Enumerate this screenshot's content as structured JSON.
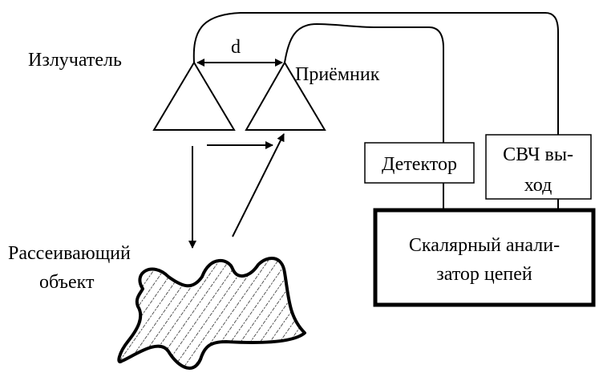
{
  "labels": {
    "emitter": "Излучатель",
    "distance": "d",
    "receiver": "Приёмник",
    "scatterer_line1": "Рассеивающий",
    "scatterer_line2": "объект"
  },
  "detector_box": {
    "label": "Детектор"
  },
  "microwave_output_box": {
    "line1": "СВЧ вы-",
    "line2": "ход"
  },
  "analyzer_box": {
    "line1": "Скалярный анали-",
    "line2": "затор цепей"
  },
  "colors": {
    "stroke": "#000000",
    "background": "#ffffff",
    "hatch": "#000000"
  }
}
